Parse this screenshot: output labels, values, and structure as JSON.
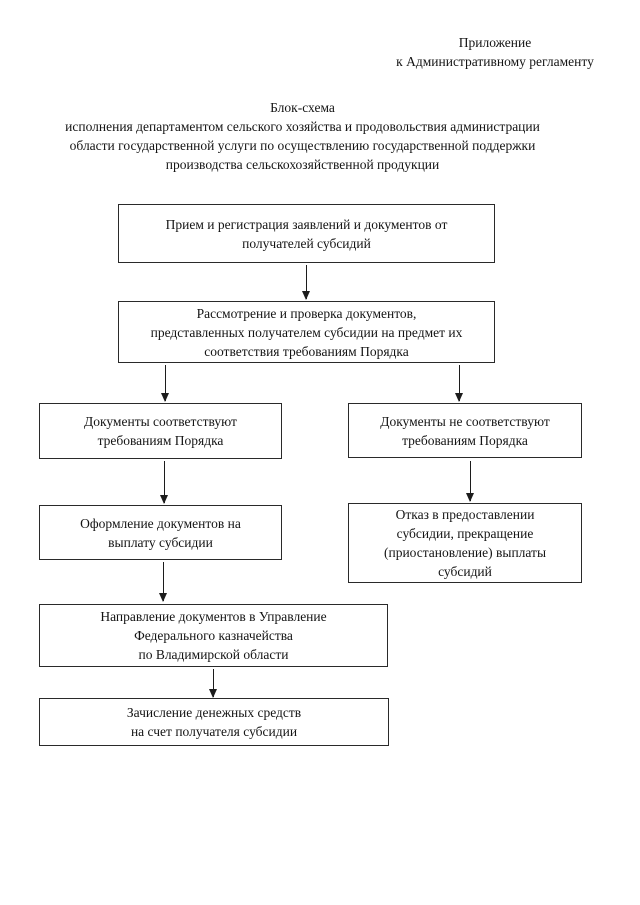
{
  "document": {
    "header": {
      "lines": [
        "Приложение",
        "к Административному регламенту"
      ]
    },
    "title": {
      "lines": [
        "Блок-схема",
        "исполнения департаментом сельского хозяйства и продовольствия администрации",
        "области государственной услуги по осуществлению государственной поддержки",
        "производства сельскохозяйственной продукции"
      ]
    }
  },
  "flowchart": {
    "colors": {
      "box_border": "#2a2a2a",
      "text": "#141414",
      "background": "#ffffff"
    },
    "boxes": [
      {
        "id": "receive-registration",
        "lines": [
          "Прием и регистрация заявлений и документов от",
          "получателей субсидий"
        ]
      },
      {
        "id": "review-check",
        "lines": [
          "Рассмотрение и проверка документов,",
          "представленных получателем субсидии на предмет их",
          "соответствия требованиям Порядка"
        ]
      },
      {
        "id": "docs-comply",
        "lines": [
          "Документы соответствуют",
          "требованиям Порядка"
        ]
      },
      {
        "id": "docs-not-comply",
        "lines": [
          "Документы не соответствуют",
          "требованиям Порядка"
        ]
      },
      {
        "id": "payment-paperwork",
        "lines": [
          "Оформление документов на",
          "выплату субсидии"
        ]
      },
      {
        "id": "refusal-termination",
        "lines": [
          "Отказ в предоставлении",
          "субсидии, прекращение",
          "(приостановление) выплаты",
          "субсидий"
        ]
      },
      {
        "id": "send-to-treasury",
        "lines": [
          "Направление документов в Управление",
          "Федерального казначейства",
          "по Владимирской области"
        ]
      },
      {
        "id": "crediting-funds",
        "lines": [
          "Зачисление денежных средств",
          "на счет получателя субсидии"
        ]
      }
    ]
  }
}
